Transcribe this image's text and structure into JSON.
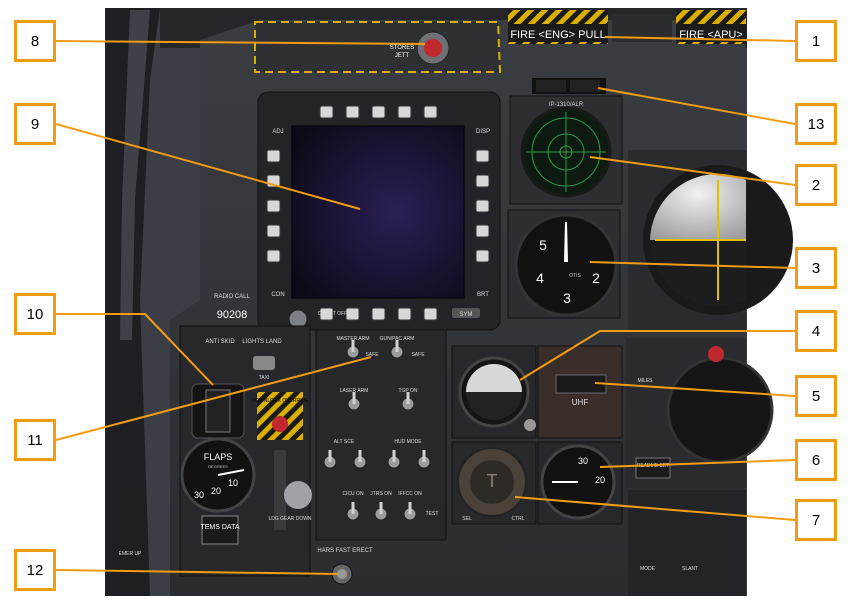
{
  "panel": {
    "fire_eng": "FIRE <ENG> PULL",
    "fire_apu": "FIRE <APU>",
    "stores_jett": "STORES\nJETT",
    "stores_jett_line1": "STORES",
    "stores_jett_line2": "JETT",
    "mfcd_adj": "ADJ",
    "mfcd_disp": "DISP",
    "mfcd_con": "CON",
    "mfcd_brt": "BRT",
    "mfcd_day_nt_off": "DAY\nNT\nOFF",
    "mfcd_sym": "SYM",
    "radio_call_label": "RADIO\nCALL",
    "radio_call_number": "90208",
    "anti_skid": "ANTI\nSKID",
    "lights_land": "LIGHTS\nLAND",
    "taxi": "TAXI",
    "downlock_override": "DOWNLOCK\nOVERRIDE",
    "master_arm": "MASTER\nARM",
    "gun_pac_arm": "GUN/PAC\nARM",
    "safe1": "SAFE",
    "safe2": "SAFE",
    "laser_arm": "LASER\nARM",
    "tgp_on": "TGP\nON",
    "alt_sce": "ALT SCE",
    "hud_mode": "HUD MODE",
    "cicu_on": "CICU\nON",
    "jtrs_on": "JTRS\nON",
    "iffcc_on": "IFFCC\nON",
    "test": "TEST",
    "hars_fast_erect": "HARS FAST ERECT",
    "flaps": "FLAPS",
    "degrees": "DEGREES",
    "tems_data": "TEMS\nDATA",
    "uhf": "UHF",
    "otis": "OTIS",
    "miles": "MILES",
    "readme_set": "README\nSET",
    "emer_up": "EMER\nUP",
    "ldg_gear_down": "LDG GEAR\nDOWN",
    "rwr_label": "IP-1310/ALR",
    "altimeter_digits": [
      "5",
      "4",
      "3",
      "2"
    ],
    "flaps_digits": [
      "30",
      "20",
      "10"
    ],
    "aoa_digits": [
      "30",
      "20"
    ],
    "mode": "MODE",
    "slant": "SLANT",
    "ctrl": "CTRL",
    "sel": "SEL"
  },
  "callouts": [
    "1",
    "2",
    "3",
    "4",
    "5",
    "6",
    "7",
    "8",
    "9",
    "10",
    "11",
    "12",
    "13"
  ],
  "colors": {
    "callout_border": "#f39c12",
    "leader_line": "#f39c12"
  }
}
